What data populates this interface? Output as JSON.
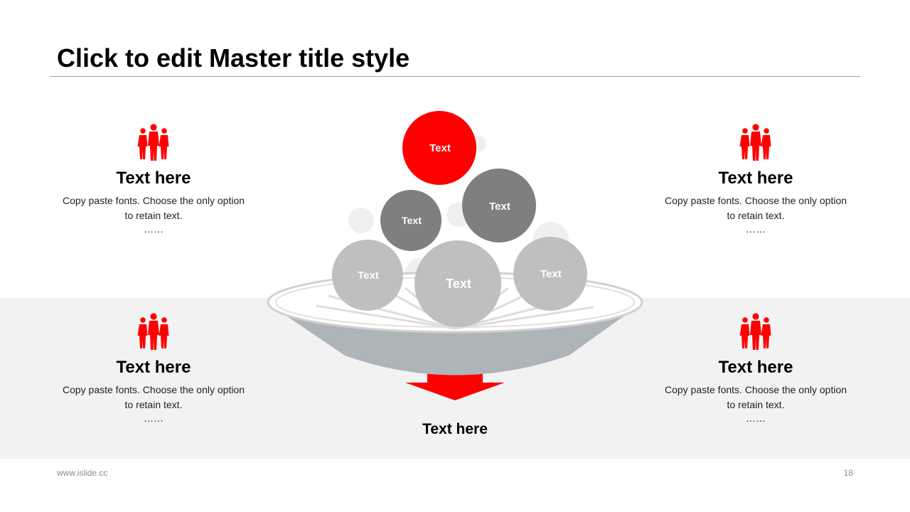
{
  "slide": {
    "title": "Click to edit Master title style",
    "footer_url": "www.islide.cc",
    "page_number": "18"
  },
  "colors": {
    "accent": "#ff0000",
    "dark_gray": "#7f7f7f",
    "light_gray": "#bfbfbf",
    "bowl": "#aeb5b8",
    "band": "#f2f2f2"
  },
  "blocks": [
    {
      "icon": "people-group-icon",
      "heading": "Text here",
      "body_line1": "Copy paste fonts. Choose the only option",
      "body_line2": "to retain text.",
      "ellipsis": "……"
    },
    {
      "icon": "people-group-icon",
      "heading": "Text here",
      "body_line1": "Copy paste fonts. Choose the only option",
      "body_line2": "to retain text.",
      "ellipsis": "……"
    },
    {
      "icon": "people-group-icon",
      "heading": "Text here",
      "body_line1": "Copy paste fonts. Choose the only option",
      "body_line2": "to retain text.",
      "ellipsis": "……"
    },
    {
      "icon": "people-group-icon",
      "heading": "Text here",
      "body_line1": "Copy paste fonts. Choose the only option",
      "body_line2": "to retain text.",
      "ellipsis": "……"
    }
  ],
  "diagram": {
    "bubbles": [
      "Text",
      "Text",
      "Text",
      "Text",
      "Text",
      "Text"
    ],
    "output_label": "Text here"
  }
}
